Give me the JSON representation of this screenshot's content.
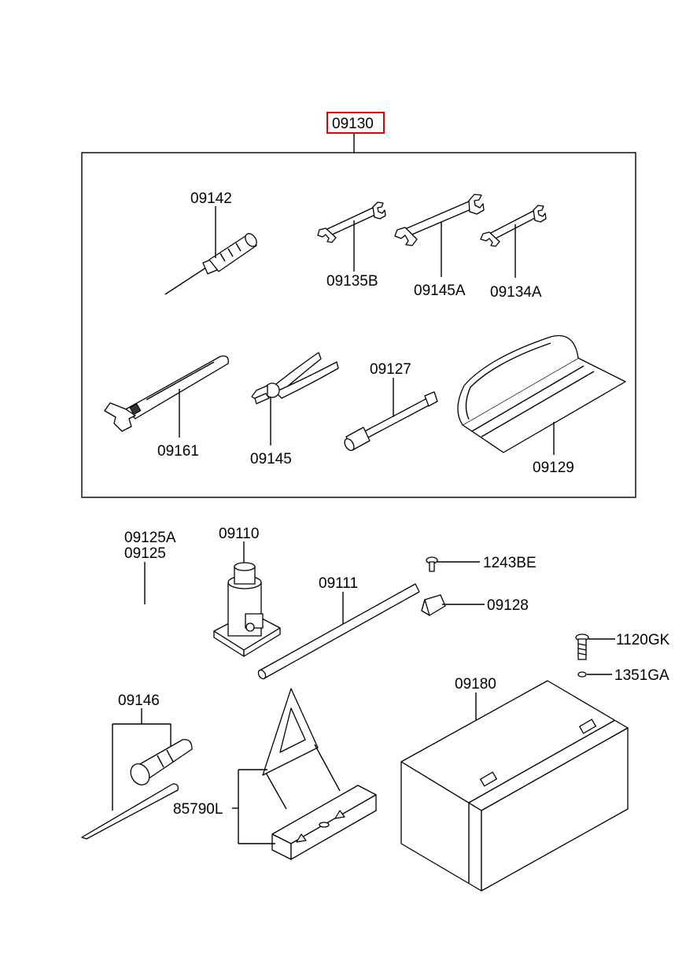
{
  "header": {
    "code": "09130",
    "highlight_color": "#e00000"
  },
  "parts": {
    "p09142": "09142",
    "p09135B": "09135B",
    "p09145A": "09145A",
    "p09134A": "09134A",
    "p09161": "09161",
    "p09145": "09145",
    "p09127": "09127",
    "p09129": "09129",
    "p09125A": "09125A",
    "p09125": "09125",
    "p09110": "09110",
    "p09111": "09111",
    "p1243BE": "1243BE",
    "p09128": "09128",
    "p1120GK": "1120GK",
    "p1351GA": "1351GA",
    "p09146": "09146",
    "p09180": "09180",
    "p85790L": "85790L"
  }
}
